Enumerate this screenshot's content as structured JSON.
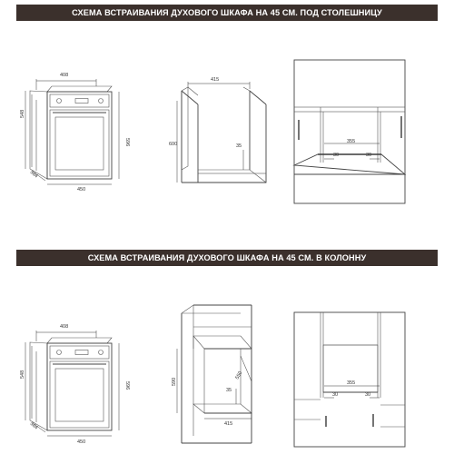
{
  "section1": {
    "title": "СХЕМА ВСТРАИВАНИЯ ДУХОВОГО ШКАФА НА 45 СМ. ПОД СТОЛЕШНИЦУ",
    "oven": {
      "width_top": "408",
      "height_left": "548",
      "height_right": "596",
      "depth": "564",
      "width_bottom": "450"
    },
    "niche": {
      "width": "415",
      "height": "600",
      "gap": "35"
    },
    "install": {
      "width": "355",
      "left_gap": "30",
      "right_gap": "30"
    }
  },
  "section2": {
    "title": "СХЕМА ВСТРАИВАНИЯ ДУХОВОГО ШКАФА НА 45 СМ. В КОЛОННУ",
    "oven": {
      "width_top": "408",
      "height_left": "548",
      "height_right": "596",
      "depth": "564",
      "width_bottom": "450"
    },
    "niche": {
      "width": "415",
      "height": "590",
      "depth": "550",
      "gap": "35"
    },
    "install": {
      "width": "355",
      "left_gap": "30",
      "right_gap": "30"
    }
  }
}
